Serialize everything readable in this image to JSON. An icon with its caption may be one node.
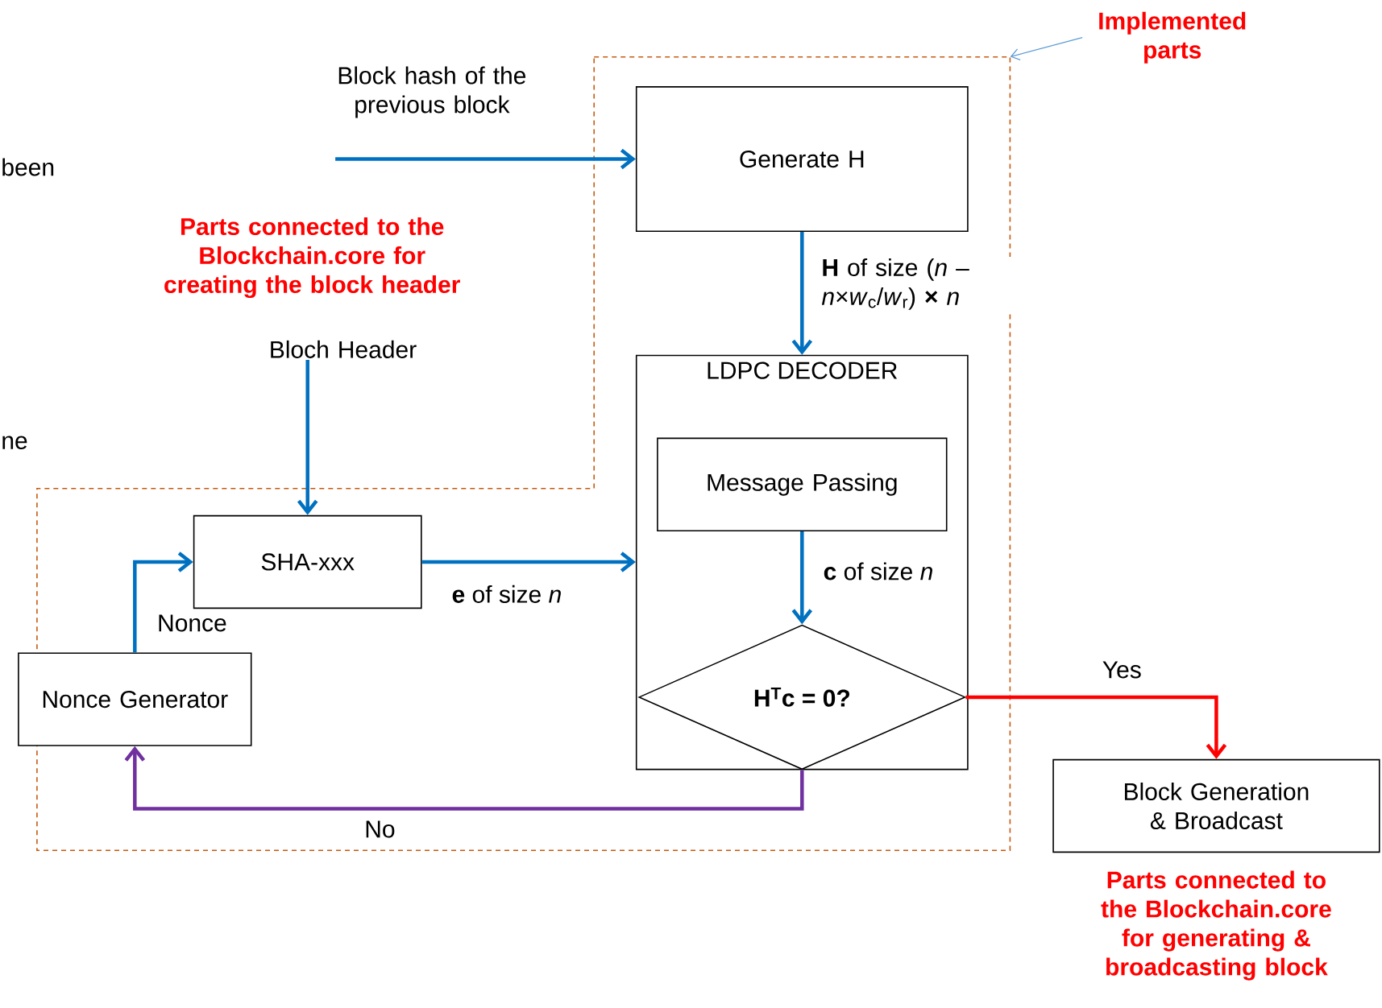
{
  "diagram": {
    "nodes": [
      {
        "text": [
          "Implemented parts"
        ]
      },
      {
        "text": [],
        "shape": "box"
      },
      {
        "text": [
          "Block hash of the previous block"
        ]
      },
      {
        "text": [
          "Generate H"
        ],
        "in": 1
      },
      {
        "text": [
          "Bloch Header"
        ]
      },
      {
        "text": [
          "LDPC DECODER"
        ],
        "in": 1
      },
      {
        "text": [
          "Message Passing"
        ],
        "in": 5
      },
      {
        "text": [
          "H$^{T}$c = 0?"
        ],
        "in": 5
      },
      {
        "text": [
          "SHA-xxx"
        ],
        "in": 1
      },
      {
        "text": [
          "Nonce Generator"
        ]
      },
      {
        "text": [
          "Block Generation & Broadcast"
        ],
        "beside": [
          "Parts connected to the Blockchain.core for generating & broadcasting block"
        ]
      }
    ],
    "edges": [
      {
        "from": 0,
        "to": 1,
        "arrow": "to",
        "color": "#5b9bd5"
      },
      {
        "from": 2,
        "to": 3,
        "arrow": "to"
      },
      {
        "from": 3,
        "to": 5,
        "arrow": "to",
        "label": "**H** of size (*n* – *n*×*w*$_{c}$/*w*$_{r}$) **×** *n*"
      },
      {
        "from": 4,
        "to": 8,
        "arrow": "to"
      },
      {
        "from": 9,
        "to": 8,
        "arrow": "to",
        "label": "Nonce"
      },
      {
        "from": 8,
        "to": 5,
        "arrow": "to",
        "label": "**e** of size *n*"
      },
      {
        "from": 6,
        "to": 7,
        "arrow": "to",
        "label": "**c** of size *n*"
      },
      {
        "from": 7,
        "to": 10,
        "arrow": "to",
        "color": "#ff0000",
        "label": "Yes"
      },
      {
        "from": 7,
        "to": 9,
        "arrow": "to",
        "color": "#7030a0",
        "label": "No"
      }
    ],
    "labels": [
      "been",
      "ne",
      "Parts connected to the Blockchain.core for creating the block header"
    ]
  }
}
